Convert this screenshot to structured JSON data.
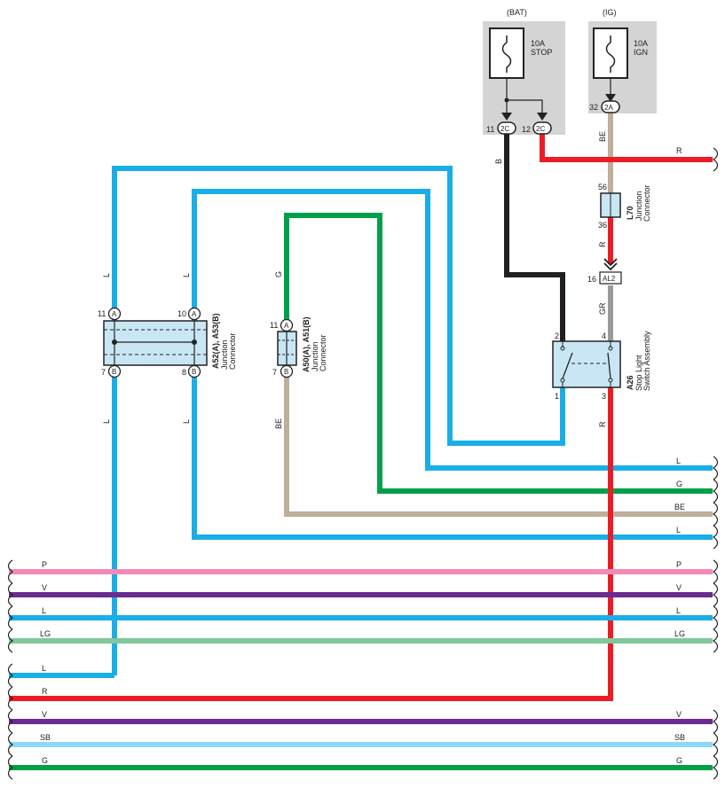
{
  "diagram": {
    "power": {
      "bat": {
        "label": "(BAT)",
        "fuse_rating": "10A",
        "fuse_name": "STOP"
      },
      "ig": {
        "label": "(IG)",
        "fuse_rating": "10A",
        "fuse_name": "IGN"
      }
    },
    "pins": {
      "p11_2c": "11",
      "p12_2c": "12",
      "p32_2a": "32",
      "l70_top": "56",
      "l70_bot": "36",
      "al2": "16",
      "a26_2": "2",
      "a26_4": "4",
      "a26_1": "1",
      "a26_3": "3",
      "a52_11": "11",
      "a52_10": "10",
      "a52_7": "7",
      "a52_8": "8",
      "a50_11": "11",
      "a50_7": "7"
    },
    "terminals": {
      "t2c": "2C",
      "t2a": "2A",
      "al2": "AL2",
      "A": "A",
      "B": "B"
    },
    "wire_colors": {
      "B": "B",
      "BE": "BE",
      "R": "R",
      "GR": "GR",
      "L": "L",
      "G": "G",
      "P": "P",
      "V": "V",
      "LG": "LG",
      "SB": "SB"
    },
    "components": {
      "l70": {
        "code": "L70",
        "name1": "Junction",
        "name2": "Connector"
      },
      "a26": {
        "code": "A26",
        "name1": "Stop Light",
        "name2": "Switch Assembly"
      },
      "a52": {
        "code": "A52(A), A53(B)",
        "name1": "Junction",
        "name2": "Connector"
      },
      "a50": {
        "code": "A50(A), A51(B)",
        "name1": "Junction",
        "name2": "Connector"
      }
    },
    "colors": {
      "L": "#1aaee8",
      "G": "#00a04a",
      "BE": "#bfae9a",
      "R": "#ed1c24",
      "B": "#231f20",
      "GR": "#9a9a9a",
      "P": "#f28ab9",
      "V": "#6a2c90",
      "LG": "#7fc89a",
      "SB": "#8ed8f8",
      "fusebox": "#d4d4d4",
      "connector": "#c9e6f5"
    }
  }
}
